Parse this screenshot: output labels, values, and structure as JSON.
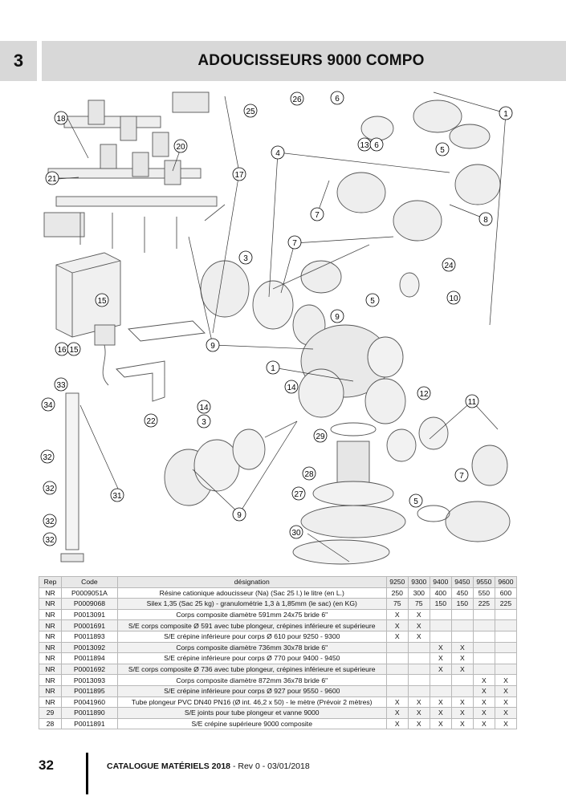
{
  "header": {
    "section_number": "3",
    "title": "ADOUCISSEURS 9000 COMPO"
  },
  "diagram": {
    "callouts": [
      "18",
      "20",
      "21",
      "25",
      "26",
      "6",
      "13",
      "6",
      "5",
      "1",
      "4",
      "17",
      "7",
      "8",
      "7",
      "24",
      "15",
      "3",
      "9",
      "5",
      "10",
      "16",
      "15",
      "9",
      "1",
      "33",
      "14",
      "34",
      "14",
      "12",
      "11",
      "22",
      "3",
      "32",
      "29",
      "7",
      "28",
      "32",
      "27",
      "5",
      "31",
      "32",
      "9",
      "32",
      "30"
    ]
  },
  "table": {
    "columns": [
      "Rep",
      "Code",
      "désignation",
      "9250",
      "9300",
      "9400",
      "9450",
      "9550",
      "9600"
    ],
    "rows": [
      [
        "NR",
        "P0009051A",
        "Résine cationique adoucisseur (Na) (Sac 25 l.) le litre (en L.)",
        "250",
        "300",
        "400",
        "450",
        "550",
        "600"
      ],
      [
        "NR",
        "P0009068",
        "Silex 1,35 (Sac 25 kg) - granulométrie 1,3 à 1,85mm (le sac) (en KG)",
        "75",
        "75",
        "150",
        "150",
        "225",
        "225"
      ],
      [
        "NR",
        "P0013091",
        "Corps composite diamètre 591mm 24x75 bride 6\"",
        "X",
        "X",
        "",
        "",
        "",
        ""
      ],
      [
        "NR",
        "P0001691",
        "S/E corps composite Ø 591 avec tube plongeur, crépines inférieure et supérieure",
        "X",
        "X",
        "",
        "",
        "",
        ""
      ],
      [
        "NR",
        "P0011893",
        "S/E crépine inférieure pour corps Ø 610 pour 9250 - 9300",
        "X",
        "X",
        "",
        "",
        "",
        ""
      ],
      [
        "NR",
        "P0013092",
        "Corps composite diamètre 736mm 30x78 bride 6\"",
        "",
        "",
        "X",
        "X",
        "",
        ""
      ],
      [
        "NR",
        "P0011894",
        "S/E crépine inférieure pour corps Ø 770 pour 9400 - 9450",
        "",
        "",
        "X",
        "X",
        "",
        ""
      ],
      [
        "NR",
        "P0001692",
        "S/E corps composite Ø 736 avec tube plongeur, crépines inférieure et supérieure",
        "",
        "",
        "X",
        "X",
        "",
        ""
      ],
      [
        "NR",
        "P0013093",
        "Corps composite diamètre 872mm 36x78 bride 6\"",
        "",
        "",
        "",
        "",
        "X",
        "X"
      ],
      [
        "NR",
        "P0011895",
        "S/E crépine inférieure pour corps Ø 927 pour 9550 - 9600",
        "",
        "",
        "",
        "",
        "X",
        "X"
      ],
      [
        "NR",
        "P0041960",
        "Tube plongeur PVC  DN40 PN16 (Ø int. 46,2 x 50) -  le mètre (Prévoir 2 mètres)",
        "X",
        "X",
        "X",
        "X",
        "X",
        "X"
      ],
      [
        "29",
        "P0011890",
        "S/E joints pour tube plongeur et vanne 9000",
        "X",
        "X",
        "X",
        "X",
        "X",
        "X"
      ],
      [
        "28",
        "P0011891",
        "S/E crépine supérieure 9000 composite",
        "X",
        "X",
        "X",
        "X",
        "X",
        "X"
      ]
    ]
  },
  "footer": {
    "page_number": "32",
    "catalogue": "CATALOGUE MATÉRIELS 2018",
    "revision": " - Rev 0 - 03/01/2018"
  }
}
